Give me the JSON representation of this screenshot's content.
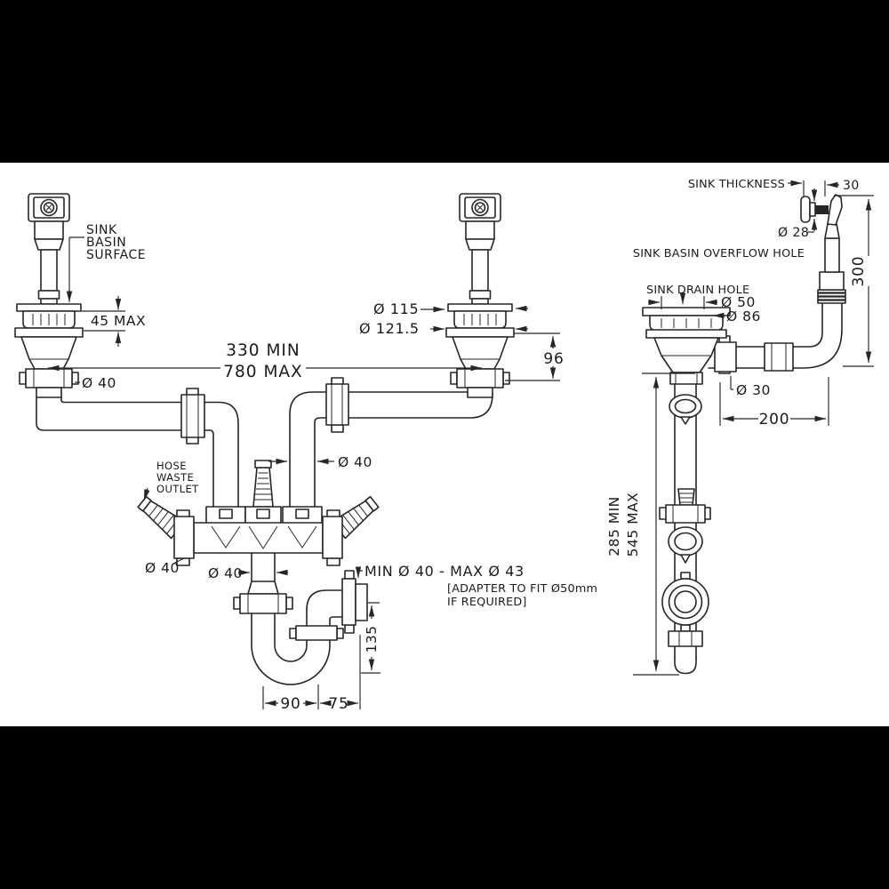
{
  "page": {
    "background": "#000000",
    "paper": "#ffffff",
    "ink": "#26262a"
  },
  "drawing": {
    "left_assembly": {
      "labels": {
        "sink_basin_surface": [
          "SINK",
          "BASIN",
          "SURFACE"
        ],
        "hose_waste_outlet": [
          "HOSE",
          "WASTE",
          "OUTLET"
        ],
        "outlet_note": [
          "MIN Ø 40 - MAX Ø 43",
          "[ADAPTER TO FIT Ø50mm",
          "IF REQUIRED]"
        ]
      },
      "dimensions": {
        "sink_clamp": "45 MAX",
        "centers_min": "330 MIN",
        "centers_max": "780 MAX",
        "tail_dia": "Ø 40",
        "flange_dia": "Ø 115",
        "flange_outer_dia": "Ø 121.5",
        "strainer_depth": "96",
        "downpipe_dia": "Ø 40",
        "left_outlet_dia": "Ø 40",
        "center_pipe_dia": "Ø 40",
        "trap_outlet_height": "135",
        "trap_width": "90",
        "trap_outlet_offset": "75"
      }
    },
    "right_assembly": {
      "labels": {
        "sink_thickness": "SINK THICKNESS",
        "overflow_hole": "SINK BASIN OVERFLOW HOLE",
        "drain_hole": "SINK DRAIN HOLE"
      },
      "dimensions": {
        "overflow_offset": "30",
        "overflow_dia": "Ø 28",
        "riser_height": "300",
        "drain_dia": "Ø 50",
        "flange_dia": "Ø 86",
        "overflow_pipe_dia": "Ø 30",
        "overflow_run": "200",
        "tail_min": "285 MIN",
        "tail_max": "545 MAX"
      }
    }
  }
}
